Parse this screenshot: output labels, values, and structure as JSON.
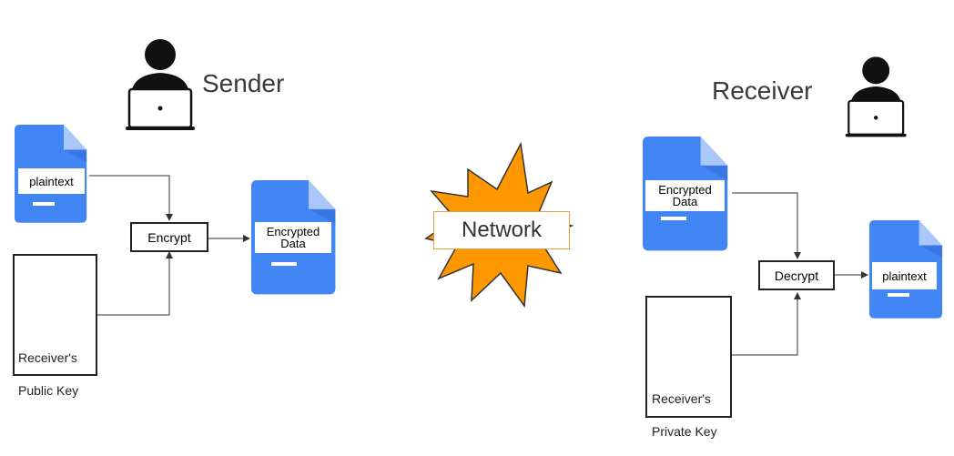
{
  "sender": {
    "title": "Sender"
  },
  "receiver": {
    "title": "Receiver"
  },
  "documents": {
    "sender_plaintext": "plaintext",
    "sender_encrypted_line1": "Encrypted",
    "sender_encrypted_line2": "Data",
    "receiver_encrypted_line1": "Encrypted",
    "receiver_encrypted_line2": "Data",
    "receiver_plaintext": "plaintext"
  },
  "operations": {
    "encrypt": "Encrypt",
    "decrypt": "Decrypt"
  },
  "keys": {
    "public_line1": "Receiver's",
    "public_line2": "Public Key",
    "private_line1": "Receiver's",
    "private_line2": "Private Key"
  },
  "network": {
    "label": "Network"
  },
  "colors": {
    "doc_blue": "#4285f4",
    "doc_fold": "#a9c7f8",
    "starburst": "#ff9800",
    "person": "#111111",
    "line": "#333333"
  },
  "icons": [
    "user-laptop-icon",
    "document-icon",
    "key-icon",
    "starburst-icon"
  ]
}
